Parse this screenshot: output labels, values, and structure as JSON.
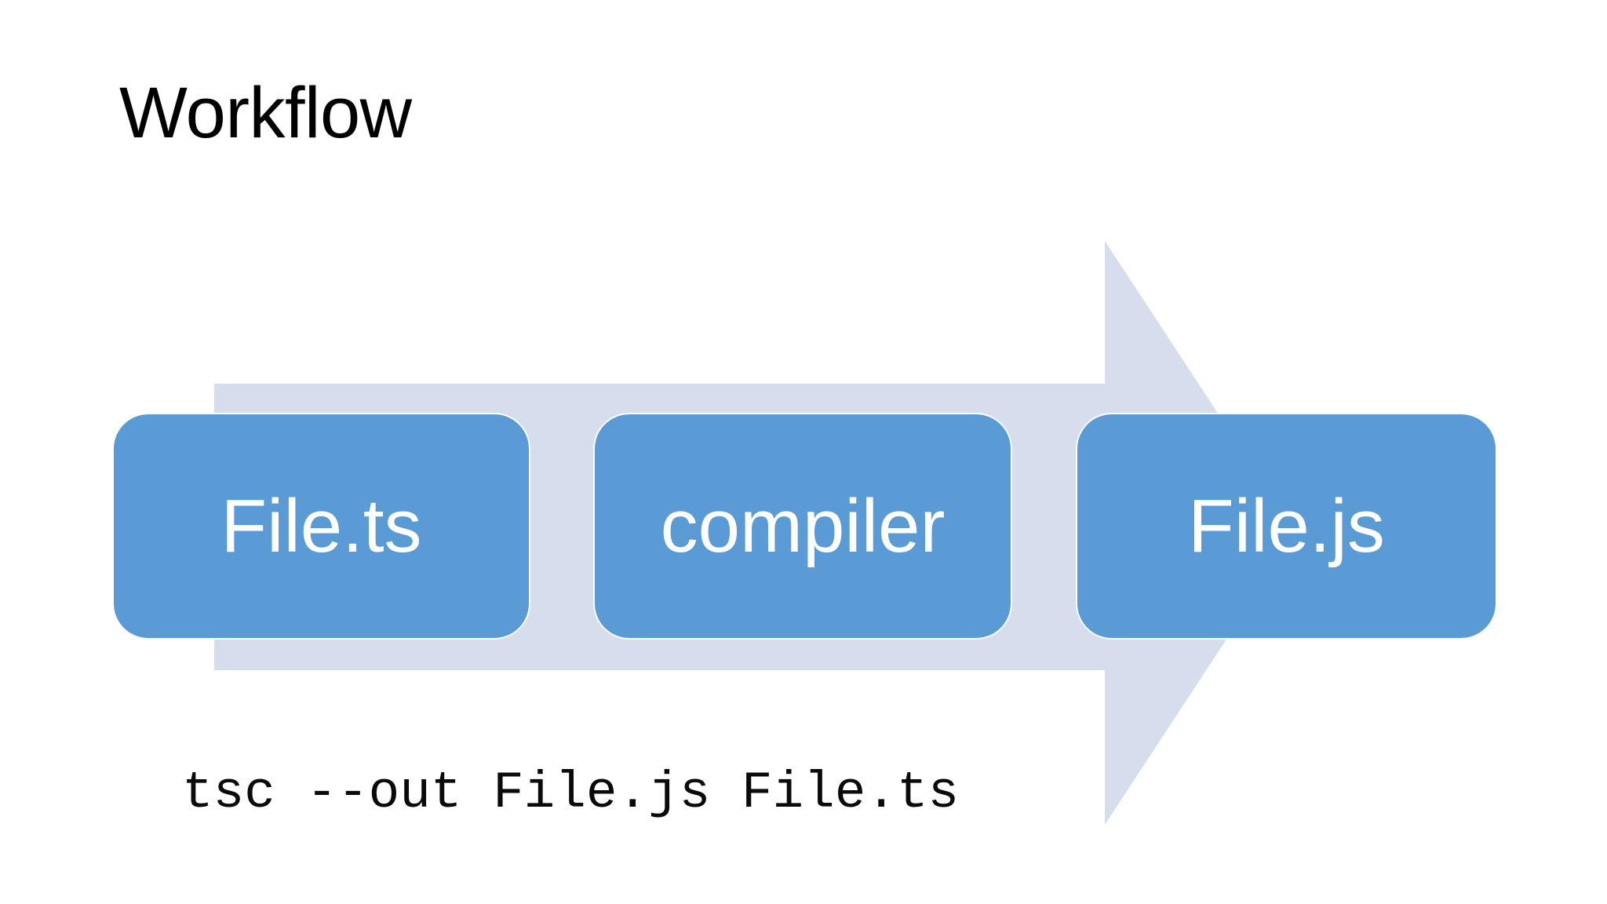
{
  "slide": {
    "title": "Workflow",
    "background_color": "#FFFFFF"
  },
  "diagram": {
    "type": "process-flow",
    "arrow": {
      "name": "right-arrow",
      "fill_color": "#D6DEEE",
      "direction": "right"
    },
    "box_fill_color": "#5B9BD5",
    "box_text_color": "#FFFFFF",
    "steps": [
      {
        "label": "File.ts"
      },
      {
        "label": "compiler"
      },
      {
        "label": "File.js"
      }
    ]
  },
  "caption": {
    "command": "tsc --out File.js File.ts"
  }
}
